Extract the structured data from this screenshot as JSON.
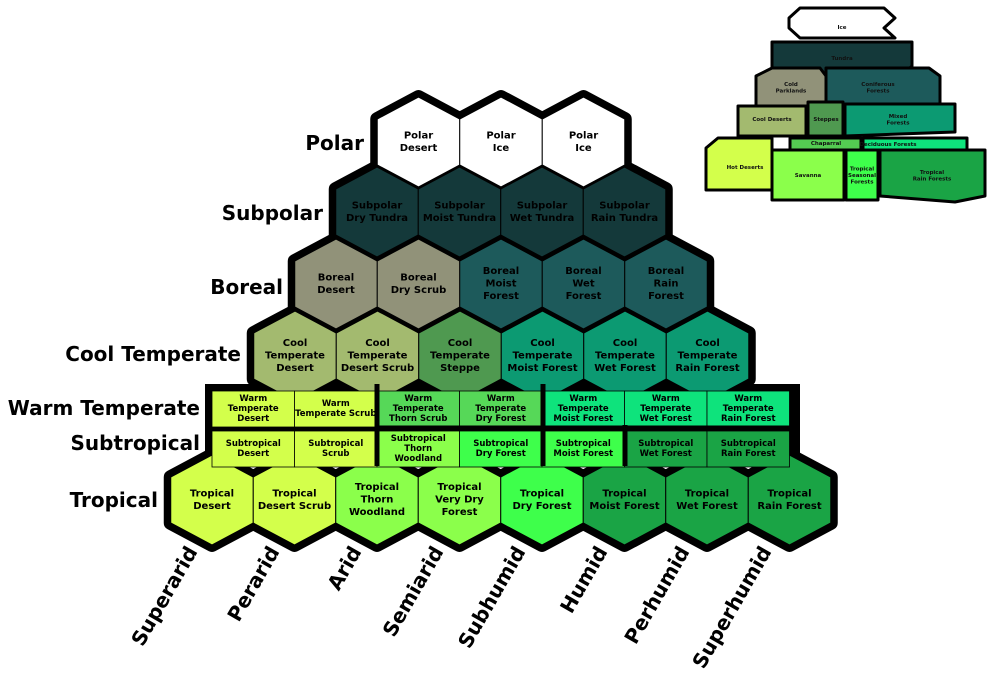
{
  "rows": [
    {
      "label": "Polar"
    },
    {
      "label": "Subpolar"
    },
    {
      "label": "Boreal"
    },
    {
      "label": "Cool Temperate"
    },
    {
      "label": "Warm Temperate"
    },
    {
      "label": "Subtropical"
    },
    {
      "label": "Tropical"
    }
  ],
  "columns": [
    "Superarid",
    "Perarid",
    "Arid",
    "Semiarid",
    "Subhumid",
    "Humid",
    "Perhumid",
    "Superhumid"
  ],
  "colors": {
    "ice": "#ffffff",
    "tundra": "#14393a",
    "boreal_desert": "#919279",
    "coniferous": "#1d5a5b",
    "cool_desert": "#a3ba6f",
    "steppe": "#4f9950",
    "mixed_forest": "#0c9a72",
    "hot_desert": "#d3ff4b",
    "savanna": "#8bff4b",
    "tropical_dry": "#3eff4b",
    "rain_forest": "#1aa445",
    "warm_forest": "#0ee37c",
    "chaparral": "#54cc52",
    "warm_thorn": "#56d858"
  },
  "hexes": [
    {
      "row": 0,
      "col": 0,
      "text": [
        "Polar",
        "Desert"
      ],
      "color": "#ffffff",
      "tc": "#000"
    },
    {
      "row": 0,
      "col": 1,
      "text": [
        "Polar",
        "Ice"
      ],
      "color": "#ffffff",
      "tc": "#000"
    },
    {
      "row": 0,
      "col": 2,
      "text": [
        "Polar",
        "Ice"
      ],
      "color": "#ffffff",
      "tc": "#000"
    },
    {
      "row": 1,
      "col": 0,
      "text": [
        "Subpolar",
        "Dry Tundra"
      ],
      "color": "#14393a",
      "tc": "#000"
    },
    {
      "row": 1,
      "col": 1,
      "text": [
        "Subpolar",
        "Moist Tundra"
      ],
      "color": "#14393a",
      "tc": "#000"
    },
    {
      "row": 1,
      "col": 2,
      "text": [
        "Subpolar",
        "Wet Tundra"
      ],
      "color": "#14393a",
      "tc": "#000"
    },
    {
      "row": 1,
      "col": 3,
      "text": [
        "Subpolar",
        "Rain Tundra"
      ],
      "color": "#14393a",
      "tc": "#000"
    },
    {
      "row": 2,
      "col": 0,
      "text": [
        "Boreal",
        "Desert"
      ],
      "color": "#919279",
      "tc": "#000"
    },
    {
      "row": 2,
      "col": 1,
      "text": [
        "Boreal",
        "Dry Scrub"
      ],
      "color": "#919279",
      "tc": "#000"
    },
    {
      "row": 2,
      "col": 2,
      "text": [
        "Boreal",
        "Moist",
        "Forest"
      ],
      "color": "#1d5a5b",
      "tc": "#000"
    },
    {
      "row": 2,
      "col": 3,
      "text": [
        "Boreal",
        "Wet",
        "Forest"
      ],
      "color": "#1d5a5b",
      "tc": "#000"
    },
    {
      "row": 2,
      "col": 4,
      "text": [
        "Boreal",
        "Rain",
        "Forest"
      ],
      "color": "#1d5a5b",
      "tc": "#000"
    },
    {
      "row": 3,
      "col": 0,
      "text": [
        "Cool",
        "Temperate",
        "Desert"
      ],
      "color": "#a3ba6f",
      "tc": "#000"
    },
    {
      "row": 3,
      "col": 1,
      "text": [
        "Cool",
        "Temperate",
        "Desert Scrub"
      ],
      "color": "#a3ba6f",
      "tc": "#000"
    },
    {
      "row": 3,
      "col": 2,
      "text": [
        "Cool",
        "Temperate",
        "Steppe"
      ],
      "color": "#4f9950",
      "tc": "#000"
    },
    {
      "row": 3,
      "col": 3,
      "text": [
        "Cool",
        "Temperate",
        "Moist Forest"
      ],
      "color": "#0c9a72",
      "tc": "#000"
    },
    {
      "row": 3,
      "col": 4,
      "text": [
        "Cool",
        "Temperate",
        "Wet Forest"
      ],
      "color": "#0c9a72",
      "tc": "#000"
    },
    {
      "row": 3,
      "col": 5,
      "text": [
        "Cool",
        "Temperate",
        "Rain Forest"
      ],
      "color": "#0c9a72",
      "tc": "#000"
    },
    {
      "row": 6,
      "col": 0,
      "text": [
        "Tropical",
        "Desert"
      ],
      "color": "#d3ff4b",
      "tc": "#000"
    },
    {
      "row": 6,
      "col": 1,
      "text": [
        "Tropical",
        "Desert Scrub"
      ],
      "color": "#d3ff4b",
      "tc": "#000"
    },
    {
      "row": 6,
      "col": 2,
      "text": [
        "Tropical",
        "Thorn",
        "Woodland"
      ],
      "color": "#8bff4b",
      "tc": "#000"
    },
    {
      "row": 6,
      "col": 3,
      "text": [
        "Tropical",
        "Very Dry",
        "Forest"
      ],
      "color": "#8bff4b",
      "tc": "#000"
    },
    {
      "row": 6,
      "col": 4,
      "text": [
        "Tropical",
        "Dry Forest"
      ],
      "color": "#3eff4b",
      "tc": "#000"
    },
    {
      "row": 6,
      "col": 5,
      "text": [
        "Tropical",
        "Moist Forest"
      ],
      "color": "#1aa445",
      "tc": "#000"
    },
    {
      "row": 6,
      "col": 6,
      "text": [
        "Tropical",
        "Wet Forest"
      ],
      "color": "#1aa445",
      "tc": "#000"
    },
    {
      "row": 6,
      "col": 7,
      "text": [
        "Tropical",
        "Rain Forest"
      ],
      "color": "#1aa445",
      "tc": "#000"
    }
  ],
  "half_cells": [
    {
      "row": 4,
      "col": 0,
      "text": [
        "Warm",
        "Temperate",
        "Desert"
      ],
      "color": "#d3ff4b"
    },
    {
      "row": 4,
      "col": 1,
      "text": [
        "Warm",
        "Temperate Scrub"
      ],
      "color": "#d3ff4b"
    },
    {
      "row": 4,
      "col": 2,
      "text": [
        "Warm",
        "Temperate",
        "Thorn Scrub"
      ],
      "color": "#56d858"
    },
    {
      "row": 4,
      "col": 3,
      "text": [
        "Warm",
        "Temperate",
        "Dry Forest"
      ],
      "color": "#56d858"
    },
    {
      "row": 4,
      "col": 4,
      "text": [
        "Warm",
        "Temperate",
        "Moist Forest"
      ],
      "color": "#0ee37c"
    },
    {
      "row": 4,
      "col": 5,
      "text": [
        "Warm",
        "Temperate",
        "Wet Forest"
      ],
      "color": "#0ee37c"
    },
    {
      "row": 4,
      "col": 6,
      "text": [
        "Warm",
        "Temperate",
        "Rain Forest"
      ],
      "color": "#0ee37c"
    },
    {
      "row": 5,
      "col": 0,
      "text": [
        "Subtropical",
        "Desert"
      ],
      "color": "#d3ff4b"
    },
    {
      "row": 5,
      "col": 1,
      "text": [
        "Subtropical",
        "Scrub"
      ],
      "color": "#d3ff4b"
    },
    {
      "row": 5,
      "col": 2,
      "text": [
        "Subtropical",
        "Thorn",
        "Woodland"
      ],
      "color": "#8bff4b"
    },
    {
      "row": 5,
      "col": 3,
      "text": [
        "Subtropical",
        "Dry Forest"
      ],
      "color": "#3eff4b"
    },
    {
      "row": 5,
      "col": 4,
      "text": [
        "Subtropical",
        "Moist Forest"
      ],
      "color": "#3eff4b"
    },
    {
      "row": 5,
      "col": 5,
      "text": [
        "Subtropical",
        "Wet Forest"
      ],
      "color": "#1aa445"
    },
    {
      "row": 5,
      "col": 6,
      "text": [
        "Subtropical",
        "Rain Forest"
      ],
      "color": "#1aa445"
    }
  ],
  "legend": [
    {
      "text": [
        "Ice"
      ],
      "color": "#ffffff"
    },
    {
      "text": [
        "Tundra"
      ],
      "color": "#14393a"
    },
    {
      "text": [
        "Cold",
        "Parklands"
      ],
      "color": "#919279"
    },
    {
      "text": [
        "Coniferous",
        "Forests"
      ],
      "color": "#1d5a5b"
    },
    {
      "text": [
        "Cool Deserts"
      ],
      "color": "#a3ba6f"
    },
    {
      "text": [
        "Steppes"
      ],
      "color": "#4f9950"
    },
    {
      "text": [
        "Mixed",
        "Forests"
      ],
      "color": "#0c9a72"
    },
    {
      "text": [
        "Chaparral"
      ],
      "color": "#54cc52"
    },
    {
      "text": [
        "Deciduous Forests"
      ],
      "color": "#0ee37c"
    },
    {
      "text": [
        "Hot Deserts"
      ],
      "color": "#d3ff4b"
    },
    {
      "text": [
        "Savanna"
      ],
      "color": "#8bff4b"
    },
    {
      "text": [
        "Tropical",
        "Seasonal",
        "Forests"
      ],
      "color": "#3eff4b"
    },
    {
      "text": [
        "Tropical",
        "Rain Forests"
      ],
      "color": "#1aa445"
    }
  ]
}
